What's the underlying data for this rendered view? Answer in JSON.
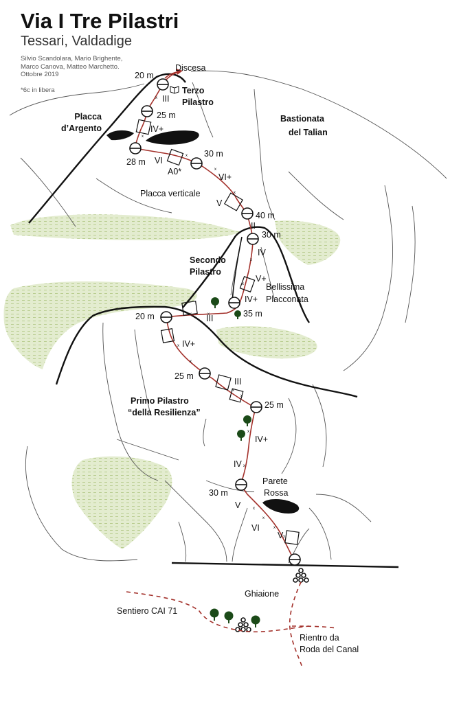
{
  "header": {
    "title": "Via I Tre Pilastri",
    "subtitle": "Tessari, Valdadige",
    "credits": [
      "Silvio Scandolara, Mario Brighente,",
      "Marco Canova, Matteo Marchetto.",
      "Ottobre 2019"
    ],
    "note": "*6c in libera"
  },
  "areas": {
    "terzo": [
      "Terzo",
      "Pilastro"
    ],
    "argento": [
      "Placca",
      "d’Argento"
    ],
    "talian": [
      "Bastionata",
      "del Talian"
    ],
    "secondo": [
      "Secondo",
      "Pilastro"
    ],
    "primo": [
      "Primo Pilastro",
      "“della Resilienza”"
    ],
    "parete": [
      "Parete",
      "Rossa"
    ],
    "placconata": [
      "Bellissima",
      "Placconata"
    ],
    "placca_verticale": "Placca verticale"
  },
  "labels": {
    "discesa": "Discesa",
    "ghiaione": "Ghiaione",
    "sentiero": "Sentiero CAI 71",
    "rientro": [
      "Rientro da",
      "Roda del Canal"
    ]
  },
  "belays": {
    "b20top": "20 m",
    "b25a": "25 m",
    "b28": "28 m",
    "b30a": "30 m",
    "b40": "40 m",
    "b30b": "30 m",
    "b35": "35 m",
    "b20mid": "20 m",
    "b25b": "25 m",
    "b25c": "25 m",
    "b30c": "30 m"
  },
  "grades": {
    "g1": "V",
    "g2": "VI",
    "g3": "IV+",
    "g4": "IV",
    "g5": "IV+",
    "g6": "III",
    "g7": "IV+",
    "g8": "III",
    "g9": "IV+",
    "g10": "V+",
    "g11": "IV",
    "g12": "II",
    "g13": "V",
    "g14": "VI+",
    "g15": "A0*",
    "g16": "VI",
    "g17": "V",
    "g18": "III"
  }
}
